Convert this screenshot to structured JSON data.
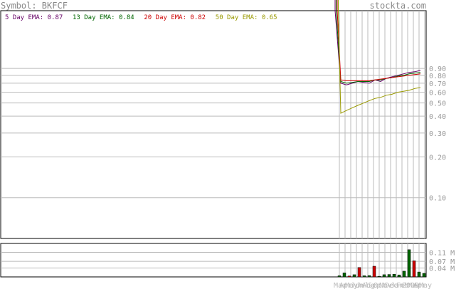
{
  "header": {
    "symbol_text": "Symbol: BKFCF",
    "brand": "stockta.com"
  },
  "legend": [
    {
      "label": "5 Day EMA: 0.87",
      "color": "#660066"
    },
    {
      "label": "13 Day EMA: 0.84",
      "color": "#006600"
    },
    {
      "label": "20 Day EMA: 0.82",
      "color": "#cc0000"
    },
    {
      "label": "50 Day EMA: 0.65",
      "color": "#999900"
    }
  ],
  "chart_data": [
    {
      "type": "line",
      "scale": "log",
      "ylim": [
        0.05,
        2.4
      ],
      "y_ticks": [
        {
          "value": 0.9,
          "label": "0.90"
        },
        {
          "value": 0.8,
          "label": "0.80"
        },
        {
          "value": 0.7,
          "label": "0.70"
        },
        {
          "value": 0.6,
          "label": "0.60"
        },
        {
          "value": 0.5,
          "label": "0.50"
        },
        {
          "value": 0.4,
          "label": "0.40"
        },
        {
          "value": 0.3,
          "label": "0.30"
        },
        {
          "value": 0.2,
          "label": "0.20"
        },
        {
          "value": 0.1,
          "label": "0.10"
        }
      ],
      "x_labels": [
        "Mar",
        "Apr",
        "May",
        "Jun",
        "Jul",
        "Aug",
        "Sep",
        "Oct",
        "Nov",
        "Dec",
        "Jan",
        "Feb",
        "2009",
        "Mar",
        "Apr",
        "May"
      ],
      "series": [
        {
          "name": "5 Day EMA",
          "color": "#660066",
          "values": [
            2.4,
            0.7,
            0.68,
            0.7,
            0.72,
            0.71,
            0.7,
            0.74,
            0.72,
            0.76,
            0.78,
            0.8,
            0.82,
            0.84,
            0.85,
            0.87
          ]
        },
        {
          "name": "13 Day EMA",
          "color": "#006600",
          "values": [
            2.4,
            0.72,
            0.7,
            0.71,
            0.72,
            0.72,
            0.72,
            0.74,
            0.74,
            0.76,
            0.77,
            0.79,
            0.8,
            0.82,
            0.83,
            0.84
          ]
        },
        {
          "name": "20 Day EMA",
          "color": "#cc0000",
          "values": [
            2.4,
            0.74,
            0.73,
            0.73,
            0.73,
            0.73,
            0.73,
            0.74,
            0.75,
            0.76,
            0.77,
            0.78,
            0.79,
            0.8,
            0.81,
            0.82
          ]
        },
        {
          "name": "50 Day EMA",
          "color": "#999900",
          "values": [
            2.4,
            0.42,
            0.44,
            0.46,
            0.48,
            0.5,
            0.52,
            0.54,
            0.55,
            0.57,
            0.58,
            0.6,
            0.61,
            0.62,
            0.64,
            0.65
          ]
        }
      ]
    },
    {
      "type": "bar",
      "ylim": [
        0,
        0.15
      ],
      "y_ticks": [
        {
          "value": 0.11,
          "label": "0.11 M"
        },
        {
          "value": 0.07,
          "label": "0.07 M"
        },
        {
          "value": 0.04,
          "label": "0.04 M"
        }
      ],
      "volume_m": [
        0.005,
        0.018,
        0.004,
        0.01,
        0.042,
        0.005,
        0.006,
        0.048,
        0.003,
        0.01,
        0.011,
        0.012,
        0.009,
        0.026,
        0.122,
        0.072,
        0.022,
        0.016
      ],
      "up": [
        true,
        true,
        false,
        true,
        false,
        true,
        true,
        false,
        true,
        true,
        true,
        true,
        true,
        true,
        true,
        false,
        true,
        true
      ]
    }
  ]
}
